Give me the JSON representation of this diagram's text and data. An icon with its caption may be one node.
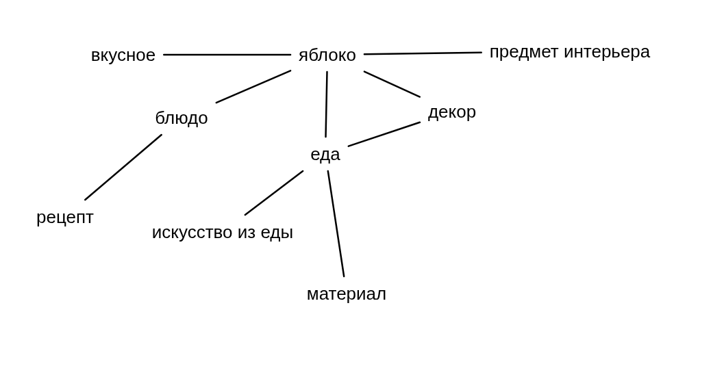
{
  "diagram": {
    "nodes": [
      {
        "text": [
          "яблоко"
        ]
      },
      {
        "text": [
          "вкусное"
        ]
      },
      {
        "text": [
          "предмет интерьера"
        ]
      },
      {
        "text": [
          "блюдо"
        ]
      },
      {
        "text": [
          "декор"
        ]
      },
      {
        "text": [
          "еда"
        ]
      },
      {
        "text": [
          "рецепт"
        ]
      },
      {
        "text": [
          "искусство из еды"
        ]
      },
      {
        "text": [
          "материал"
        ]
      }
    ],
    "edges": [
      {
        "from": 1,
        "to": 0,
        "arrow": "none"
      },
      {
        "from": 0,
        "to": 2,
        "arrow": "none"
      },
      {
        "from": 0,
        "to": 3,
        "arrow": "none"
      },
      {
        "from": 0,
        "to": 4,
        "arrow": "none"
      },
      {
        "from": 0,
        "to": 5,
        "arrow": "none"
      },
      {
        "from": 4,
        "to": 5,
        "arrow": "none"
      },
      {
        "from": 3,
        "to": 6,
        "arrow": "none"
      },
      {
        "from": 5,
        "to": 7,
        "arrow": "none"
      },
      {
        "from": 5,
        "to": 8,
        "arrow": "none"
      }
    ]
  }
}
